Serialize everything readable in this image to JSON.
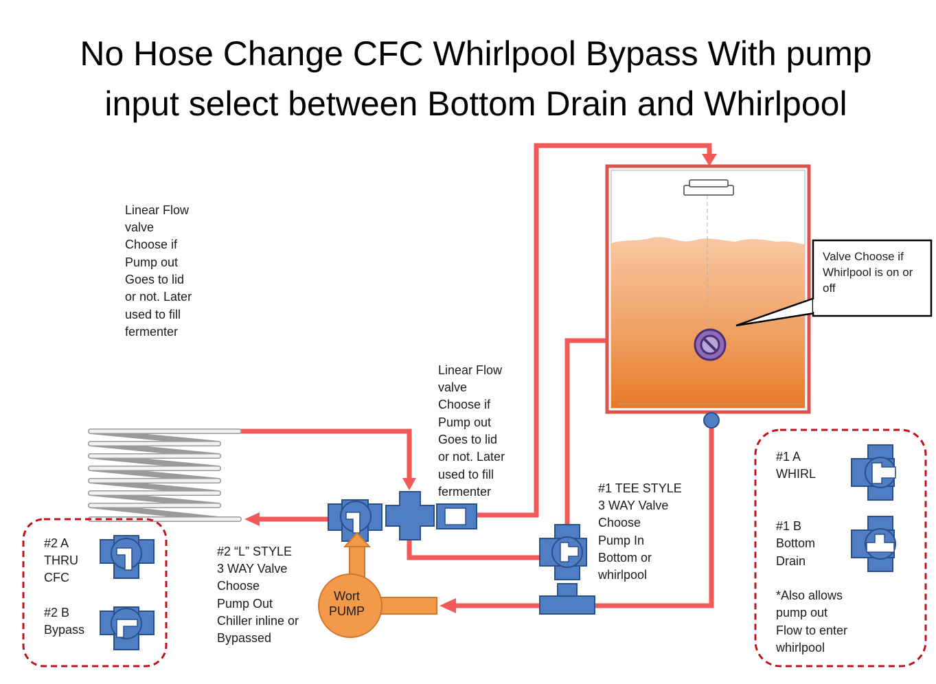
{
  "title": {
    "line1": "No Hose Change CFC Whirlpool Bypass With pump",
    "line2": "input select between Bottom Drain and Whirlpool"
  },
  "labels": {
    "linear_flow_left": [
      "Linear Flow",
      "valve",
      "Choose if",
      "Pump out",
      "Goes to lid",
      "or not. Later",
      "used to fill",
      "fermenter"
    ],
    "linear_flow_mid": [
      "Linear Flow",
      "valve",
      "Choose if",
      "Pump out",
      "Goes to lid",
      "or not. Later",
      "used to fill",
      "fermenter"
    ],
    "tee_valve": [
      "#1  TEE STYLE",
      "3 WAY Valve",
      "Choose",
      "Pump In",
      "Bottom or",
      "whirlpool"
    ],
    "l_valve": [
      "#2  “L” STYLE",
      "3 WAY Valve",
      "Choose",
      "Pump Out",
      "Chiller inline or",
      "Bypassed"
    ],
    "callout": [
      "Valve Choose if",
      "Whirlpool is on or",
      "off"
    ],
    "pump": [
      "Wort",
      "PUMP"
    ]
  },
  "legend_left": {
    "item_a": [
      "#2 A",
      "THRU",
      "CFC"
    ],
    "item_b": [
      "#2 B",
      "Bypass"
    ]
  },
  "legend_right": {
    "item_a": [
      "#1 A",
      "WHIRL"
    ],
    "item_b": [
      "#1 B",
      "Bottom",
      "Drain"
    ],
    "note": [
      "*Also allows",
      "pump out",
      "Flow to enter",
      "whirlpool"
    ]
  },
  "colors": {
    "pipe": "#f25a5a",
    "valve": "#4f7ec4",
    "pump": "#f29a4a",
    "wort_top": "#f8c7a0",
    "wort_bottom": "#e67a28",
    "kettle_frame": "#d9534f",
    "dashed_border": "#c0101a",
    "whirlpool_valve": "#8e6bb8"
  }
}
